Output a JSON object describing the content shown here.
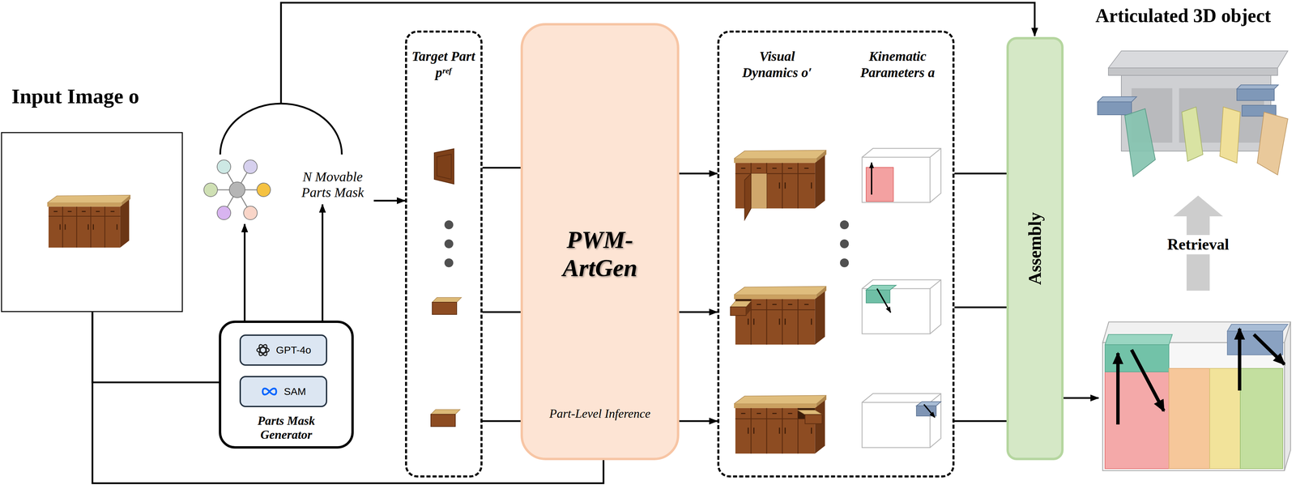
{
  "diagram": {
    "nodes": [
      {
        "text": [
          "Input Image o"
        ]
      },
      {
        "text": [
          "N Movable Parts Mask"
        ]
      },
      {
        "text": [
          "Parts Mask Generator"
        ]
      },
      {
        "text": [
          "GPT-4o"
        ],
        "in": 2
      },
      {
        "text": [
          "SAM"
        ],
        "in": 2
      },
      {
        "text": [
          "Target Part pʳᵉᶠ"
        ]
      },
      {
        "text": [
          "PWM- ArtGen",
          "Part-Level Inference"
        ]
      },
      {
        "text": [
          "Visual Dynamics o′",
          "Kinematic Parameters a"
        ]
      },
      {
        "text": [
          "Assembly"
        ]
      }
    ],
    "edges": [
      {
        "from": 0,
        "to": 2,
        "arrow": "none"
      },
      {
        "from": 0,
        "to": 6,
        "arrow": "none"
      },
      {
        "from": 2,
        "to": 1,
        "arrow": "to"
      },
      {
        "from": 1,
        "to": 5,
        "arrow": "to"
      },
      {
        "from": 5,
        "to": 6,
        "arrow": "none"
      },
      {
        "from": 5,
        "to": 6,
        "arrow": "none"
      },
      {
        "from": 5,
        "to": 6,
        "arrow": "none"
      },
      {
        "from": 6,
        "to": 7,
        "arrow": "to"
      },
      {
        "from": 6,
        "to": 7,
        "arrow": "to"
      },
      {
        "from": 6,
        "to": 7,
        "arrow": "to"
      },
      {
        "from": 7,
        "to": 8,
        "arrow": "none"
      },
      {
        "from": 7,
        "to": 8,
        "arrow": "none"
      },
      {
        "from": 7,
        "to": 8,
        "arrow": "none"
      }
    ],
    "labels": [
      "Articulated 3D object",
      "Retrieval"
    ]
  }
}
